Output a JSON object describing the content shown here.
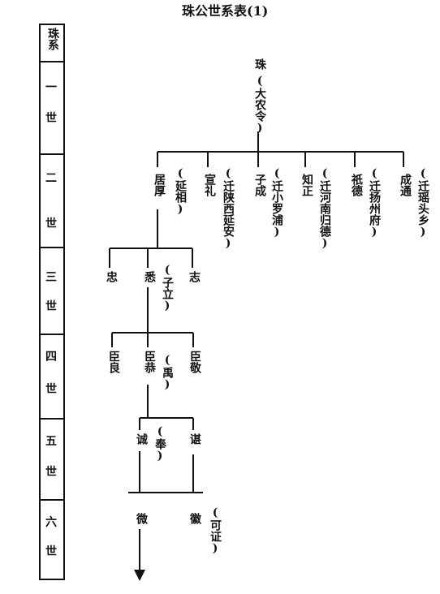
{
  "title": "珠公世系表(1)",
  "generations": {
    "header": "珠系",
    "items": [
      {
        "name": "一",
        "suffix": "世"
      },
      {
        "name": "二",
        "suffix": "世"
      },
      {
        "name": "三",
        "suffix": "世"
      },
      {
        "name": "四",
        "suffix": "世"
      },
      {
        "name": "五",
        "suffix": "世"
      },
      {
        "name": "六",
        "suffix": "世"
      }
    ]
  },
  "people": {
    "zhu": {
      "name": "珠",
      "note": "(大农令)"
    },
    "jvhou": {
      "name": "居厚",
      "note": "(延相)"
    },
    "xuanli": {
      "name": "宣礼",
      "note": "(迁陕西延安)"
    },
    "zicheng": {
      "name": "子成",
      "note": "(迁小罗浦)"
    },
    "zhizheng": {
      "name": "知正",
      "note": "(迁河南归德)"
    },
    "qide": {
      "name": "祇德",
      "note": "(迁扬州府)"
    },
    "chengtong": {
      "name": "成通",
      "note": "(迁瑶头乡)"
    },
    "zhong": {
      "name": "忠",
      "note": ""
    },
    "xi": {
      "name": "悉",
      "note": "(子立)"
    },
    "zhi3": {
      "name": "志",
      "note": ""
    },
    "chenliang": {
      "name": "臣良",
      "note": ""
    },
    "chengong": {
      "name": "臣恭",
      "note": "(禹)"
    },
    "chenjing": {
      "name": "臣敬",
      "note": ""
    },
    "cheng": {
      "name": "诚",
      "note": "(奉)"
    },
    "chen5": {
      "name": "谌",
      "note": ""
    },
    "wei": {
      "name": "微",
      "note": ""
    },
    "hui": {
      "name": "徽",
      "note": "(可证)"
    }
  }
}
